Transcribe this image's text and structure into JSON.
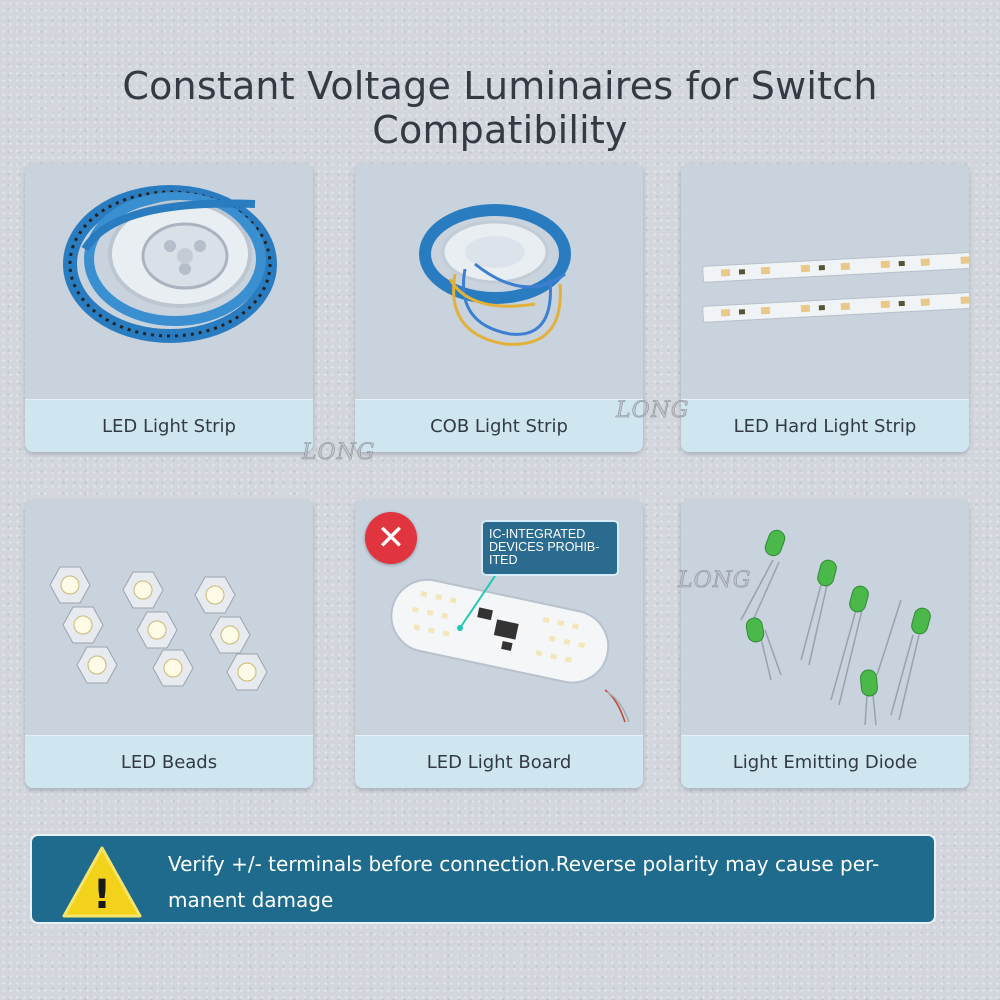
{
  "page": {
    "title": "Constant Voltage Luminaires for Switch Compatibility",
    "watermark": "LONG"
  },
  "cards": [
    {
      "label": "LED Light Strip",
      "icon": "led-strip-reel-image"
    },
    {
      "label": "COB Light Strip",
      "icon": "cob-strip-reel-image"
    },
    {
      "label": "LED Hard Light Strip",
      "icon": "hard-light-bar-image"
    },
    {
      "label": "LED Beads",
      "icon": "led-beads-image"
    },
    {
      "label": "LED Light Board",
      "icon": "led-board-image",
      "prohibited": true,
      "note": "IC-INTEGRATED\nDEVICES PROHIB-\nITED",
      "prohibit_symbol": "✕"
    },
    {
      "label": "Light Emitting Diode",
      "icon": "led-diode-image"
    }
  ],
  "warning": {
    "symbol": "!",
    "text": "Verify +/- terminals before connection.Reverse polarity may cause per-\nmanent damage"
  },
  "colors": {
    "warning_bg": "#1f6b8e",
    "label_bg": "#cfe6f1",
    "prohibit_red": "#e0343f",
    "warning_yellow": "#f3d21c"
  }
}
